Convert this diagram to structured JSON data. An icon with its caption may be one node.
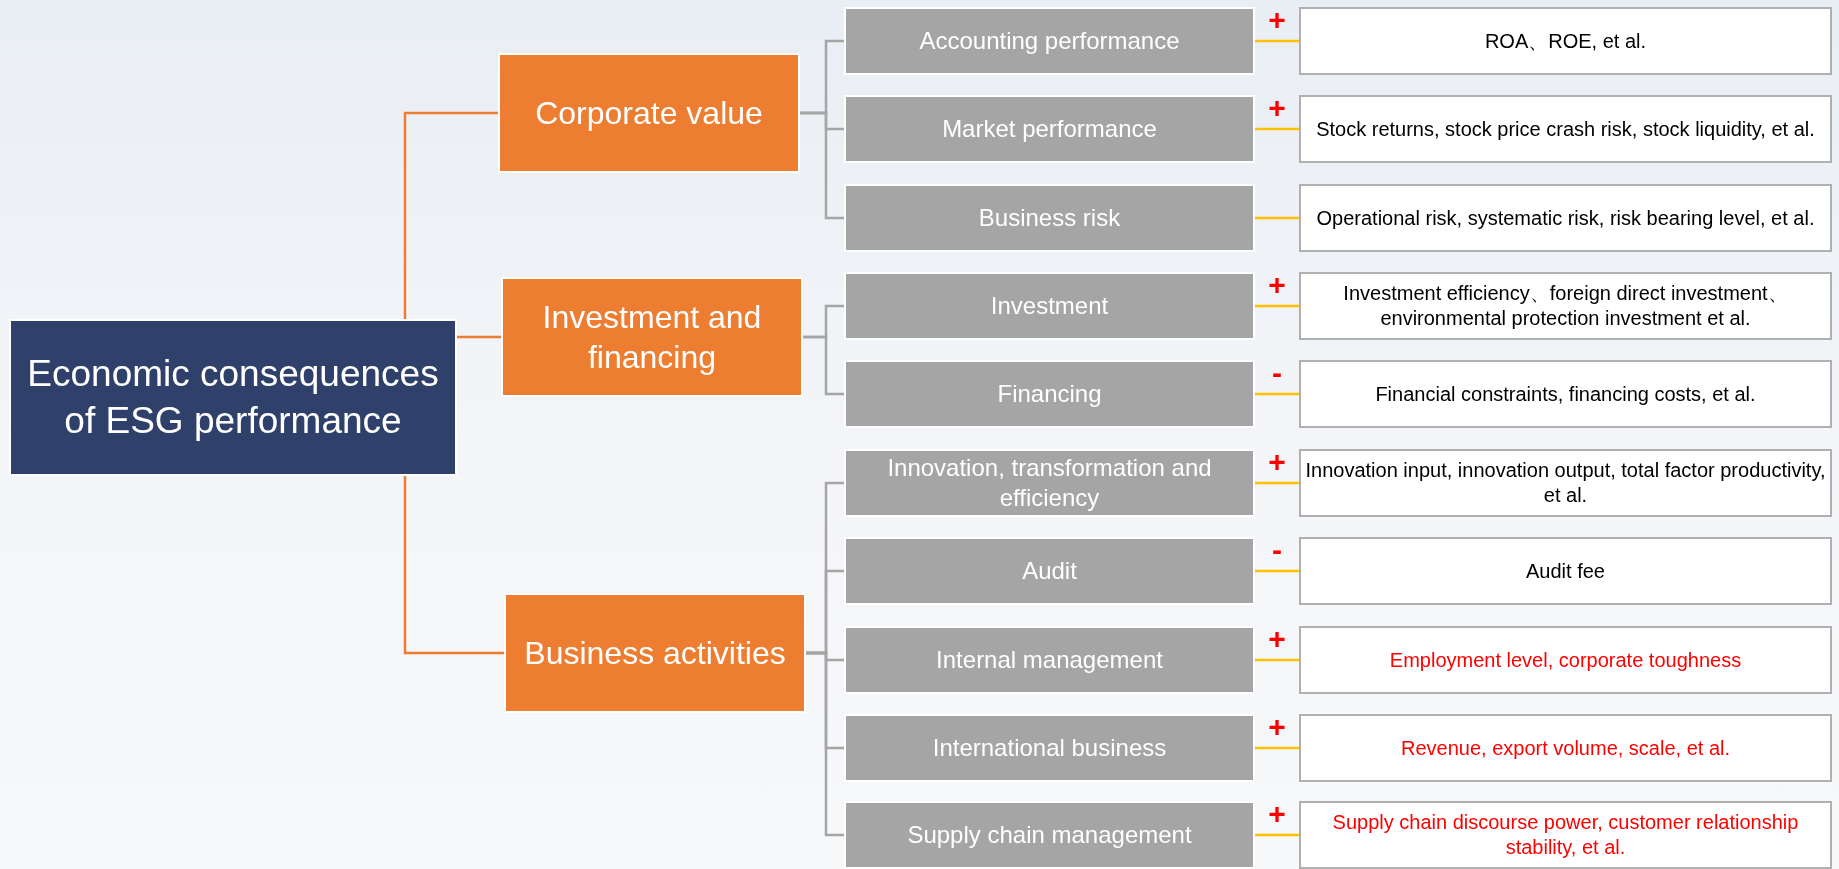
{
  "diagram": {
    "nodes": [
      {
        "text": [
          "Economic consequences of ESG performance"
        ]
      },
      {
        "text": [
          "Corporate value"
        ]
      },
      {
        "text": [
          "Investment and financing"
        ]
      },
      {
        "text": [
          "Business activities"
        ]
      },
      {
        "text": [
          "Accounting performance"
        ]
      },
      {
        "text": [
          "Market performance"
        ]
      },
      {
        "text": [
          "Business risk"
        ]
      },
      {
        "text": [
          "Investment"
        ]
      },
      {
        "text": [
          "Financing"
        ]
      },
      {
        "text": [
          "Innovation, transformation and efficiency"
        ]
      },
      {
        "text": [
          "Audit"
        ]
      },
      {
        "text": [
          "Internal management"
        ]
      },
      {
        "text": [
          "International business"
        ]
      },
      {
        "text": [
          "Supply chain management"
        ]
      },
      {
        "text": [
          "ROA、ROE, et al."
        ]
      },
      {
        "text": [
          "Stock returns, stock price crash risk, stock liquidity, et al."
        ]
      },
      {
        "text": [
          "Operational risk, systematic risk, risk bearing level, et al."
        ]
      },
      {
        "text": [
          "Investment efficiency、foreign direct investment、environmental protection investment et al."
        ]
      },
      {
        "text": [
          "Financial constraints, financing costs, et al."
        ]
      },
      {
        "text": [
          "Innovation input, innovation output, total factor productivity, et al."
        ]
      },
      {
        "text": [
          "Audit fee"
        ]
      },
      {
        "text": [
          "Employment level, corporate toughness"
        ]
      },
      {
        "text": [
          "Revenue, export volume, scale, et al."
        ]
      },
      {
        "text": [
          "Supply chain discourse power, customer relationship stability, et al."
        ]
      }
    ],
    "edges": [
      {
        "from": 0,
        "to": 1,
        "arrow": "none",
        "color": "#ed7d31"
      },
      {
        "from": 0,
        "to": 2,
        "arrow": "none",
        "color": "#ed7d31"
      },
      {
        "from": 0,
        "to": 3,
        "arrow": "none",
        "color": "#ed7d31"
      },
      {
        "from": 1,
        "to": 4,
        "arrow": "none"
      },
      {
        "from": 1,
        "to": 5,
        "arrow": "none"
      },
      {
        "from": 1,
        "to": 6,
        "arrow": "none"
      },
      {
        "from": 2,
        "to": 7,
        "arrow": "none"
      },
      {
        "from": 2,
        "to": 8,
        "arrow": "none"
      },
      {
        "from": 3,
        "to": 9,
        "arrow": "none"
      },
      {
        "from": 3,
        "to": 10,
        "arrow": "none"
      },
      {
        "from": 3,
        "to": 11,
        "arrow": "none"
      },
      {
        "from": 3,
        "to": 12,
        "arrow": "none"
      },
      {
        "from": 3,
        "to": 13,
        "arrow": "none"
      },
      {
        "from": 4,
        "to": 14,
        "arrow": "none",
        "label": "+",
        "color": "#ffc000"
      },
      {
        "from": 5,
        "to": 15,
        "arrow": "none",
        "label": "+",
        "color": "#ffc000"
      },
      {
        "from": 6,
        "to": 16,
        "arrow": "none",
        "color": "#ffc000"
      },
      {
        "from": 7,
        "to": 17,
        "arrow": "none",
        "label": "+",
        "color": "#ffc000"
      },
      {
        "from": 8,
        "to": 18,
        "arrow": "none",
        "label": "-",
        "color": "#ffc000"
      },
      {
        "from": 9,
        "to": 19,
        "arrow": "none",
        "label": "+",
        "color": "#ffc000"
      },
      {
        "from": 10,
        "to": 20,
        "arrow": "none",
        "label": "-",
        "color": "#ffc000"
      },
      {
        "from": 11,
        "to": 21,
        "arrow": "none",
        "label": "+",
        "color": "#ffc000"
      },
      {
        "from": 12,
        "to": 22,
        "arrow": "none",
        "label": "+",
        "color": "#ffc000"
      },
      {
        "from": 13,
        "to": 23,
        "arrow": "none",
        "label": "+",
        "color": "#ffc000"
      }
    ]
  }
}
